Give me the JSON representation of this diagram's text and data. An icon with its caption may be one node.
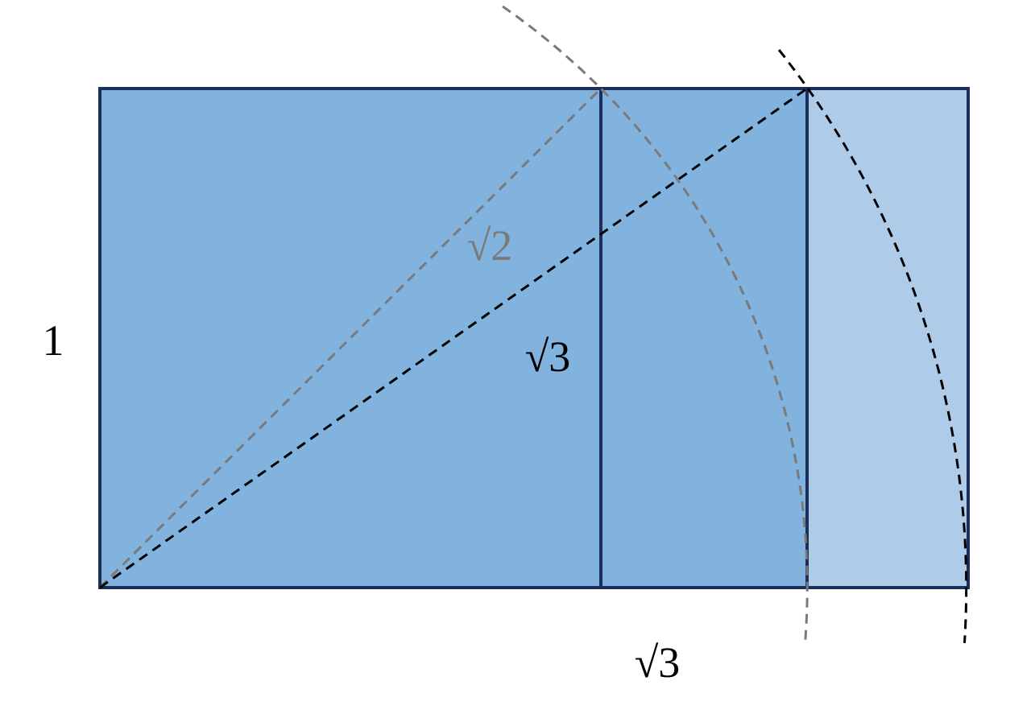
{
  "diagram": {
    "labels": [
      "1",
      "√2",
      "√3",
      "√3"
    ]
  }
}
